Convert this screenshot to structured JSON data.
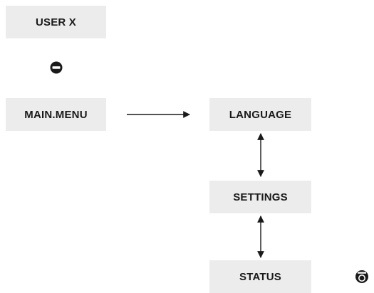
{
  "nodes": {
    "user": {
      "label": "USER X"
    },
    "main_menu": {
      "label": "MAIN.MENU"
    },
    "language": {
      "label": "LANGUAGE"
    },
    "settings": {
      "label": "SETTINGS"
    },
    "status": {
      "label": "STATUS"
    }
  },
  "icons": {
    "between_user_and_main": "minus-button-icon",
    "next_to_status": "rotate-button-icon"
  },
  "colors": {
    "box_fill": "#ececec",
    "text": "#1a1a1a",
    "arrow": "#1a1a1a"
  }
}
